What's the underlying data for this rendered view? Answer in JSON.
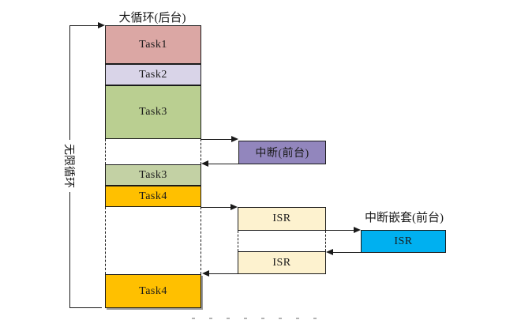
{
  "diagram": {
    "title": "大循环(后台)",
    "left_loop_label": "无限循环",
    "nested_interrupt_label": "中断嵌套(前台)",
    "blocks": {
      "task1": "Task1",
      "task2": "Task2",
      "task3_first": "Task3",
      "task3_second": "Task3",
      "task4_first": "Task4",
      "task4_second": "Task4",
      "interrupt": "中断(前台)",
      "isr_first": "ISR",
      "isr_second": "ISR",
      "isr_nested": "ISR"
    },
    "colors": {
      "task1": "#dba7a4",
      "task2": "#d9d4e8",
      "task3_first": "#bacf91",
      "task3_second": "#c3d1a4",
      "task4": "#ffc000",
      "interrupt": "#9286bd",
      "isr": "#fdf2cf",
      "isr_nested": "#00b0f0",
      "line": "#1a1a1a"
    }
  }
}
